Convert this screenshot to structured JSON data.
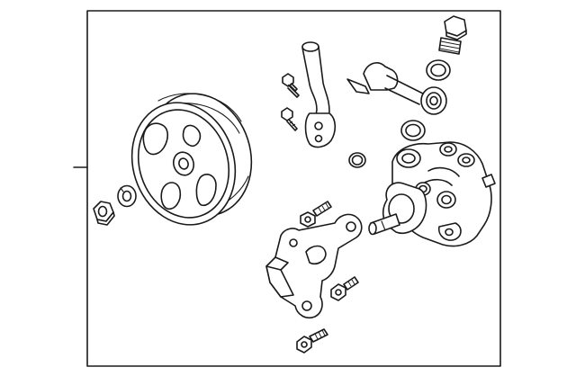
{
  "diagram": {
    "style": "exploded-parts-line-drawing",
    "colors": {
      "background": "#ffffff",
      "line": "#1a1a1a"
    },
    "parts": [
      {
        "name": "pulley"
      },
      {
        "name": "pulley-nut"
      },
      {
        "name": "lock-washer"
      },
      {
        "name": "return-hose-tube"
      },
      {
        "name": "tube-bolt-upper"
      },
      {
        "name": "tube-bolt-lower"
      },
      {
        "name": "pressure-line-fitting"
      },
      {
        "name": "union-bolt"
      },
      {
        "name": "sealing-washer-upper"
      },
      {
        "name": "sealing-washer-lower"
      },
      {
        "name": "o-ring"
      },
      {
        "name": "power-steering-pump"
      },
      {
        "name": "mounting-bracket"
      },
      {
        "name": "bracket-bolt-upper"
      },
      {
        "name": "bracket-bolt-middle"
      },
      {
        "name": "bracket-bolt-lower"
      }
    ]
  }
}
